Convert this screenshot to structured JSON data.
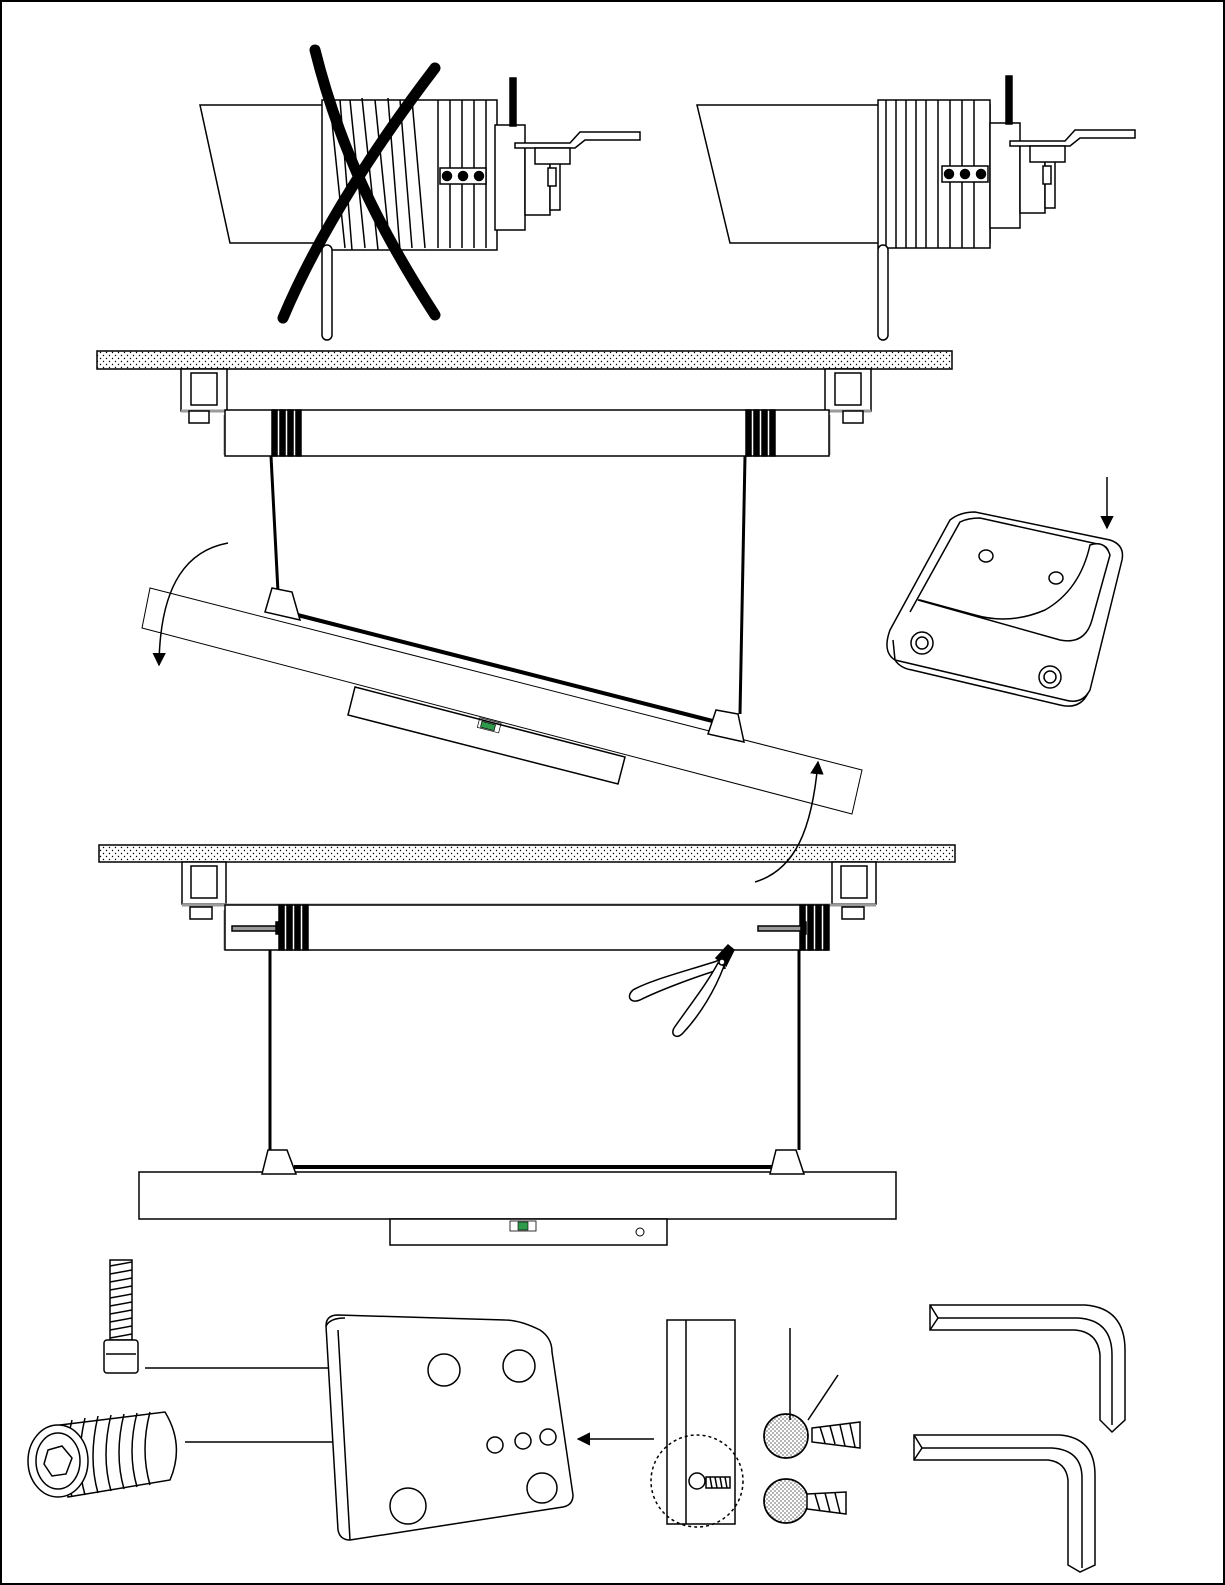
{
  "diagram": {
    "panels": [
      {
        "id": "wrap-incorrect"
      },
      {
        "id": "wrap-correct"
      },
      {
        "id": "level-adjust"
      },
      {
        "id": "corner-bracket"
      },
      {
        "id": "cut-cable"
      },
      {
        "id": "hardware-detail"
      }
    ]
  },
  "colors": {
    "line": "#000000",
    "paper": "#ffffff",
    "gray": "#9a9a9a",
    "bubble": "#2e9a4a"
  },
  "icons": [
    "cross-mark-icon",
    "arrow-icon",
    "pliers-icon",
    "hex-key-icon",
    "bolt-icon",
    "set-screw-icon"
  ]
}
